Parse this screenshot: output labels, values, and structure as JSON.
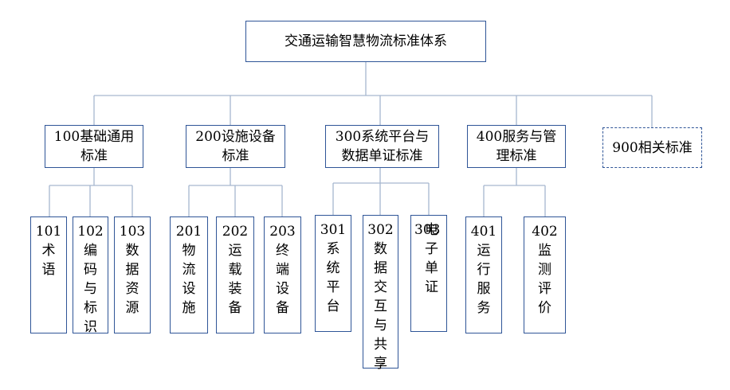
{
  "root": "交通运输智慧物流标准体系",
  "categories": [
    {
      "label": "100基础通用标准",
      "line1": "100基础通用",
      "line2": "标准"
    },
    {
      "label": "200设施设备标准",
      "line1": "200设施设备",
      "line2": "标准"
    },
    {
      "label": "300系统平台与数据单证标准",
      "line1": "300系统平台与",
      "line2": "数据单证标准"
    },
    {
      "label": "400服务与管理标准",
      "line1": "400服务与管",
      "line2": "理标准"
    },
    {
      "label": "900相关标准"
    }
  ],
  "leaves": [
    {
      "code": "101",
      "name": "术语"
    },
    {
      "code": "102",
      "name": "编码与标识"
    },
    {
      "code": "103",
      "name": "数据资源"
    },
    {
      "code": "201",
      "name": "物流设施"
    },
    {
      "code": "202",
      "name": "运载装备"
    },
    {
      "code": "203",
      "name": "终端设备"
    },
    {
      "code": "301",
      "name": "系统平台"
    },
    {
      "code": "302",
      "name": "数据交互与共享"
    },
    {
      "code": "303",
      "name": "电子单证"
    },
    {
      "code": "401",
      "name": "运行服务"
    },
    {
      "code": "402",
      "name": "监测评价"
    }
  ],
  "colors": {
    "border": "#2f5597",
    "connector": "#a6b7cf"
  }
}
